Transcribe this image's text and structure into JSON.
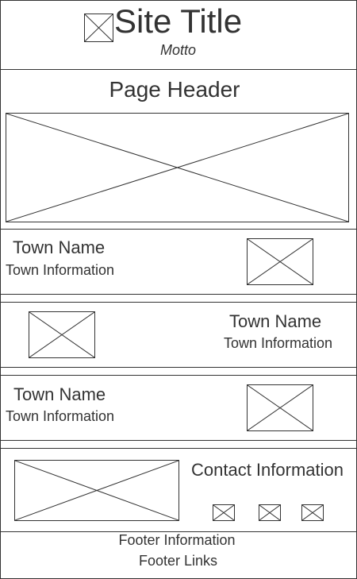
{
  "header": {
    "site_title": "Site Title",
    "motto": "Motto"
  },
  "page": {
    "page_header": "Page Header"
  },
  "towns": [
    {
      "name": "Town Name",
      "info": "Town Information"
    },
    {
      "name": "Town Name",
      "info": "Town Information"
    },
    {
      "name": "Town Name",
      "info": "Town Information"
    }
  ],
  "contact": {
    "title": "Contact Information"
  },
  "footer": {
    "info": "Footer Information",
    "links": "Footer Links"
  },
  "colors": {
    "stroke": "#333333",
    "background": "#ffffff"
  }
}
